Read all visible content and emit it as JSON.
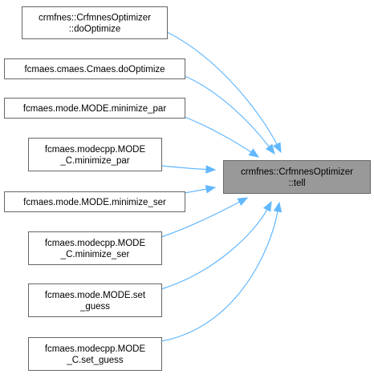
{
  "diagram": {
    "edge_color": "#63b8ff",
    "node_border_color": "#666666",
    "target_fill_color": "#999999",
    "target": {
      "id": "target",
      "lines": [
        "crmfnes::CrfmnesOptimizer",
        "::tell"
      ]
    },
    "callers": [
      {
        "id": "c1",
        "lines": [
          "crmfnes::CrfmnesOptimizer",
          "::doOptimize"
        ]
      },
      {
        "id": "c2",
        "lines": [
          "fcmaes.cmaes.Cmaes.doOptimize"
        ]
      },
      {
        "id": "c3",
        "lines": [
          "fcmaes.mode.MODE.minimize_par"
        ]
      },
      {
        "id": "c4",
        "lines": [
          "fcmaes.modecpp.MODE",
          "_C.minimize_par"
        ]
      },
      {
        "id": "c5",
        "lines": [
          "fcmaes.mode.MODE.minimize_ser"
        ]
      },
      {
        "id": "c6",
        "lines": [
          "fcmaes.modecpp.MODE",
          "_C.minimize_ser"
        ]
      },
      {
        "id": "c7",
        "lines": [
          "fcmaes.mode.MODE.set",
          "_guess"
        ]
      },
      {
        "id": "c8",
        "lines": [
          "fcmaes.modecpp.MODE",
          "_C.set_guess"
        ]
      }
    ]
  }
}
